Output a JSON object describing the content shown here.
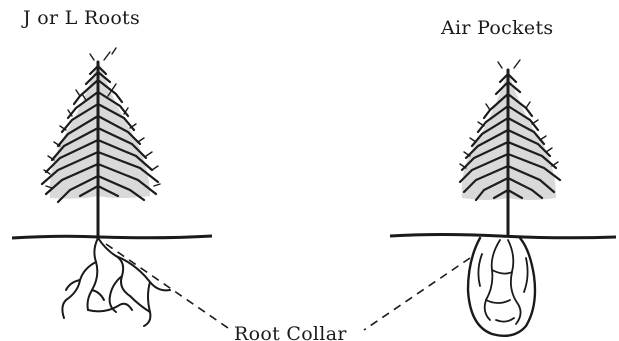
{
  "diagram": {
    "left_title": "J or L Roots",
    "right_title": "Air Pockets",
    "callout_label": "Root Collar"
  },
  "colors": {
    "ink": "#1a1a1a",
    "background": "#ffffff"
  },
  "icons": [
    "pine-tree-icon",
    "pine-tree-icon",
    "ground-line",
    "root-system",
    "root-ball"
  ]
}
